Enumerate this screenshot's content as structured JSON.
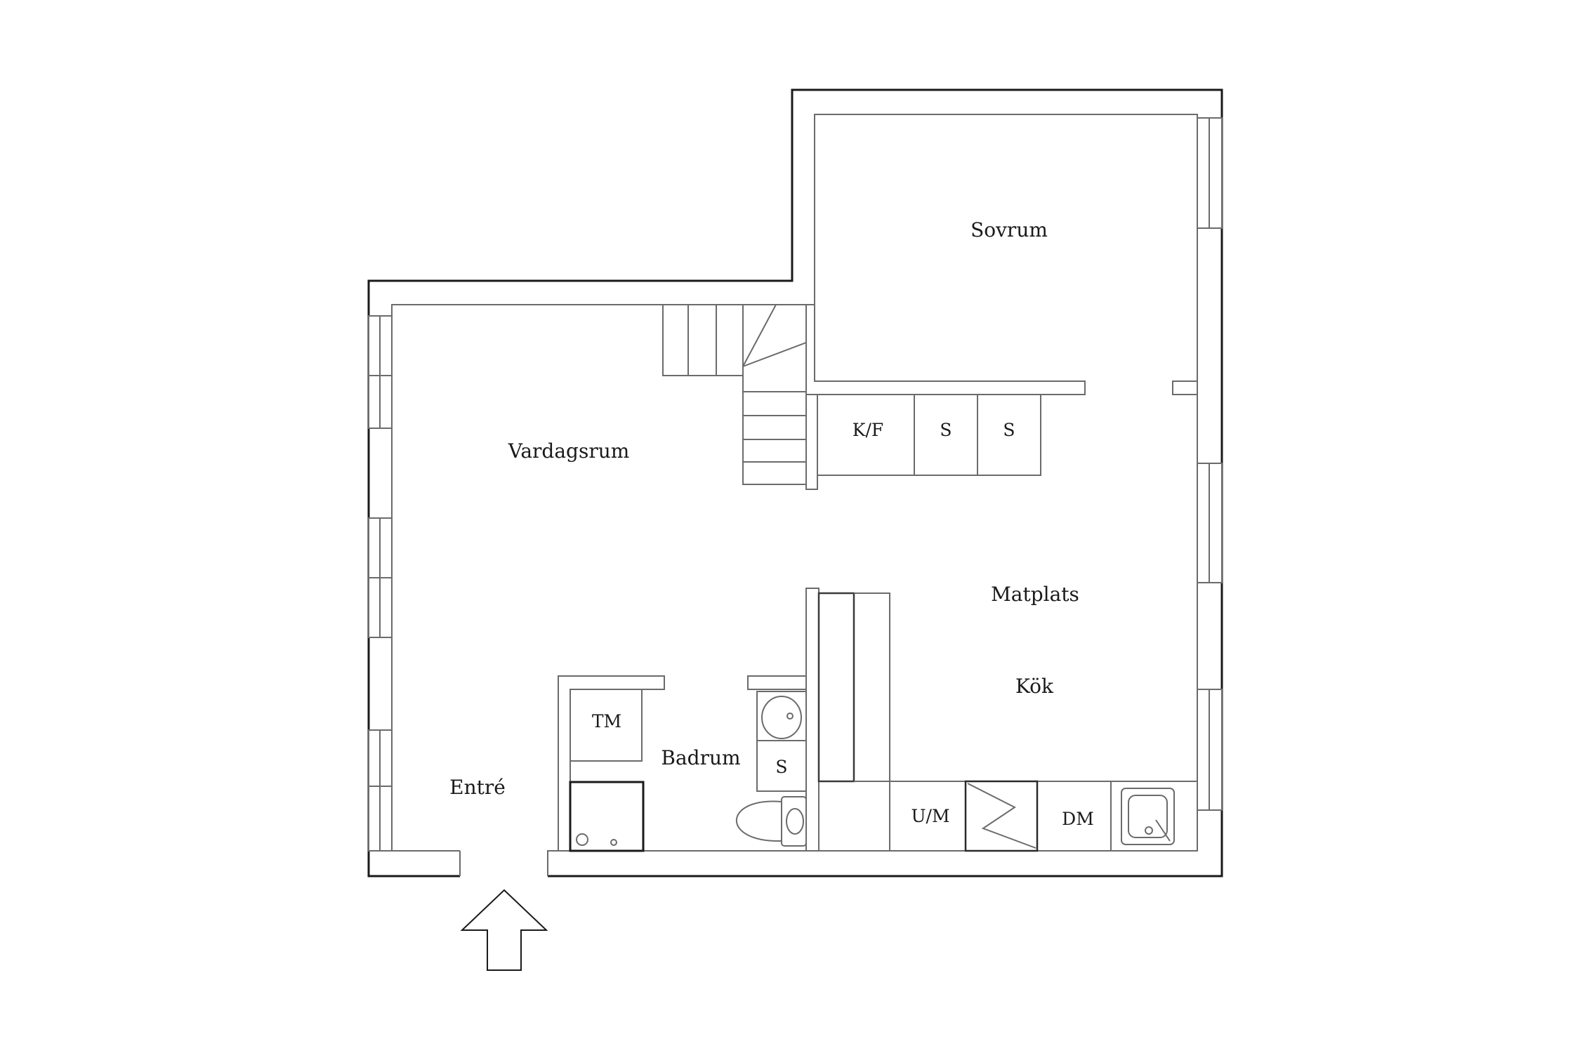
{
  "rooms": {
    "sovrum": "Sovrum",
    "vardagsrum": "Vardagsrum",
    "matplats": "Matplats",
    "kok": "Kök",
    "badrum": "Badrum",
    "entre": "Entré"
  },
  "fixtures": {
    "kf": "K/F",
    "s1": "S",
    "s2": "S",
    "tm": "TM",
    "s_bath": "S",
    "um": "U/M",
    "dm": "DM"
  },
  "entrance_arrow": "entrance-arrow-icon"
}
